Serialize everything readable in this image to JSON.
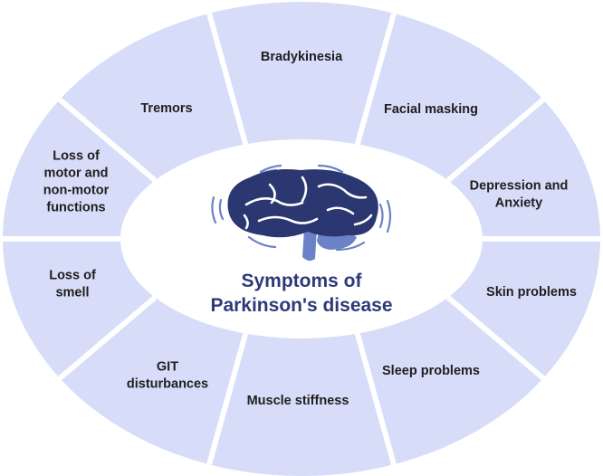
{
  "diagram": {
    "title_line1": "Symptoms of",
    "title_line2": "Parkinson's disease",
    "center_icon": "brain-icon",
    "segments": [
      {
        "id": "bradykinesia",
        "lines": [
          "Bradykinesia"
        ]
      },
      {
        "id": "facial-masking",
        "lines": [
          "Facial masking"
        ]
      },
      {
        "id": "depression-anxiety",
        "lines": [
          "Depression and",
          "Anxiety"
        ]
      },
      {
        "id": "skin-problems",
        "lines": [
          "Skin problems"
        ]
      },
      {
        "id": "sleep-problems",
        "lines": [
          "Sleep problems"
        ]
      },
      {
        "id": "muscle-stiffness",
        "lines": [
          "Muscle stiffness"
        ]
      },
      {
        "id": "git-disturbances",
        "lines": [
          "GIT",
          "disturbances"
        ]
      },
      {
        "id": "loss-of-smell",
        "lines": [
          "Loss of",
          "smell"
        ]
      },
      {
        "id": "loss-motor",
        "lines": [
          "Loss of",
          "motor and",
          "non-motor",
          "functions"
        ]
      },
      {
        "id": "tremors",
        "lines": [
          "Tremors"
        ]
      }
    ]
  },
  "colors": {
    "segment_fill": "#d7dcf8",
    "divider": "#ffffff",
    "center_fill": "#ffffff",
    "title": "#2e3a78",
    "brain_dark": "#2b3770",
    "brain_light": "#6b83c6",
    "label": "#1f1f1f"
  }
}
